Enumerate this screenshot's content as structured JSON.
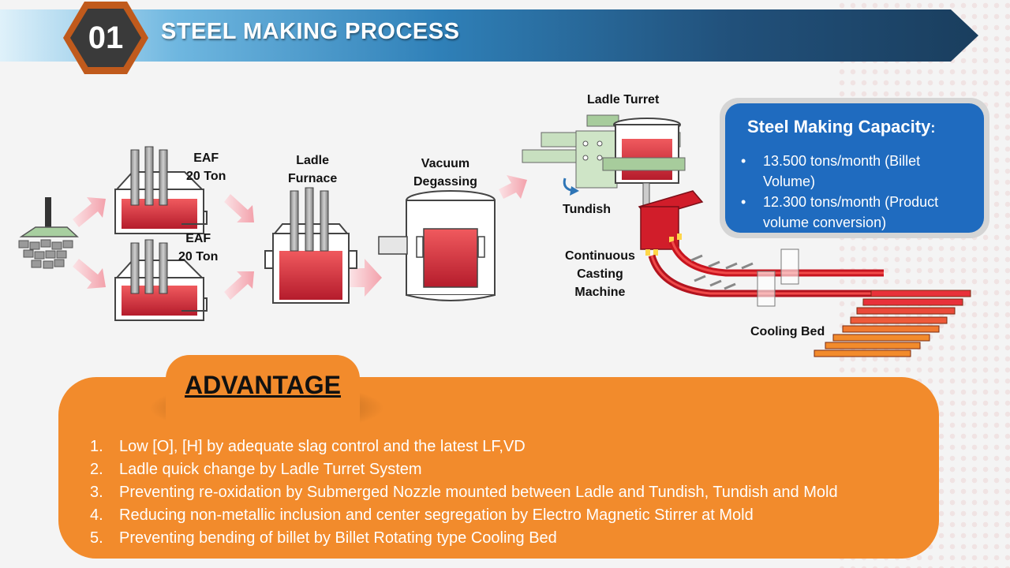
{
  "header": {
    "number": "01",
    "title": "STEEL MAKING PROCESS"
  },
  "labels": {
    "eaf_top_line1": "EAF",
    "eaf_top_line2": "20 Ton",
    "eaf_bottom_line1": "EAF",
    "eaf_bottom_line2": "20 Ton",
    "ladle_furnace_line1": "Ladle",
    "ladle_furnace_line2": "Furnace",
    "vacuum_line1": "Vacuum",
    "vacuum_line2": "Degassing",
    "ladle_turret": "Ladle Turret",
    "tundish": "Tundish",
    "ccm_line1": "Continuous",
    "ccm_line2": "Casting",
    "ccm_line3": "Machine",
    "cooling_bed": "Cooling Bed"
  },
  "capacity": {
    "title": "Steel Making Capacity",
    "colon": ":",
    "items": [
      "13.500 tons/month (Billet Volume)",
      "12.300 tons/month (Product volume conversion)"
    ]
  },
  "advantage": {
    "title": "ADVANTAGE",
    "items": [
      {
        "num": "1.",
        "text": "Low [O], [H] by adequate slag control and the latest LF,VD"
      },
      {
        "num": "2.",
        "text": "Ladle quick change by Ladle Turret System"
      },
      {
        "num": "3.",
        "text": "Preventing re-oxidation by Submerged Nozzle mounted between Ladle and Tundish, Tundish and Mold"
      },
      {
        "num": "4.",
        "text": "Reducing non-metallic inclusion and center segregation by Electro Magnetic Stirrer at Mold"
      },
      {
        "num": "5.",
        "text": "Preventing bending of billet by Billet Rotating type Cooling Bed"
      }
    ]
  },
  "colors": {
    "banner_dark": "#1a3e5e",
    "hex_border": "#c05a1c",
    "molten_steel": "#d22a36",
    "capacity_box": "#1f6bbf",
    "advantage_box": "#f28b2c"
  }
}
